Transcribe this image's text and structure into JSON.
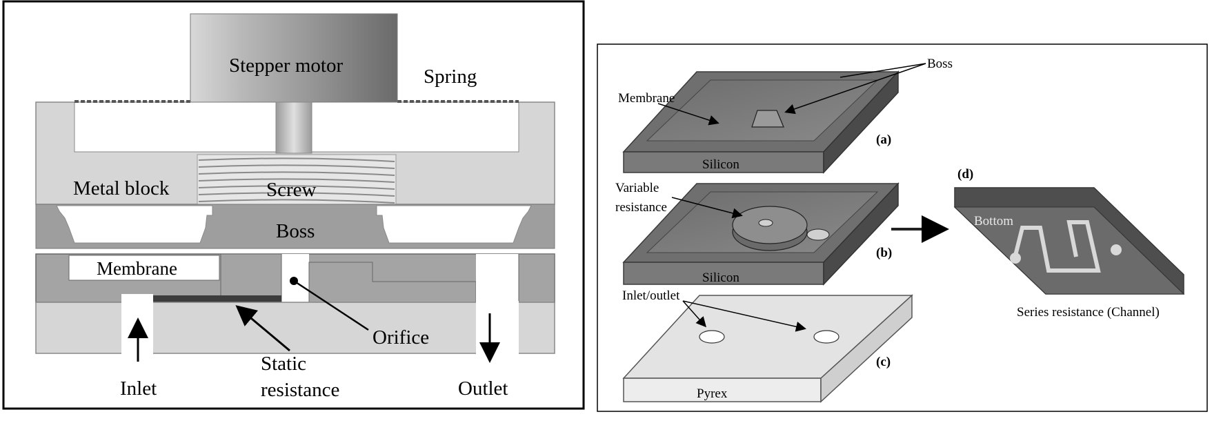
{
  "left_panel": {
    "stepper_motor": "Stepper motor",
    "spring": "Spring",
    "metal_block": "Metal block",
    "screw": "Screw",
    "boss": "Boss",
    "membrane": "Membrane",
    "orifice": "Orifice",
    "static_resistance_line1": "Static",
    "static_resistance_line2": "resistance",
    "inlet": "Inlet",
    "outlet": "Outlet"
  },
  "right_panel": {
    "boss": "Boss",
    "membrane": "Membrane",
    "label_a": "(a)",
    "silicon_a": "Silicon",
    "variable_resistance_line1": "Variable",
    "variable_resistance_line2": "resistance",
    "label_b": "(b)",
    "silicon_b": "Silicon",
    "inlet_outlet": "Inlet/outlet",
    "label_c": "(c)",
    "pyrex": "Pyrex",
    "label_d": "(d)",
    "bottom": "Bottom",
    "series_resistance": "Series resistance (Channel)"
  }
}
